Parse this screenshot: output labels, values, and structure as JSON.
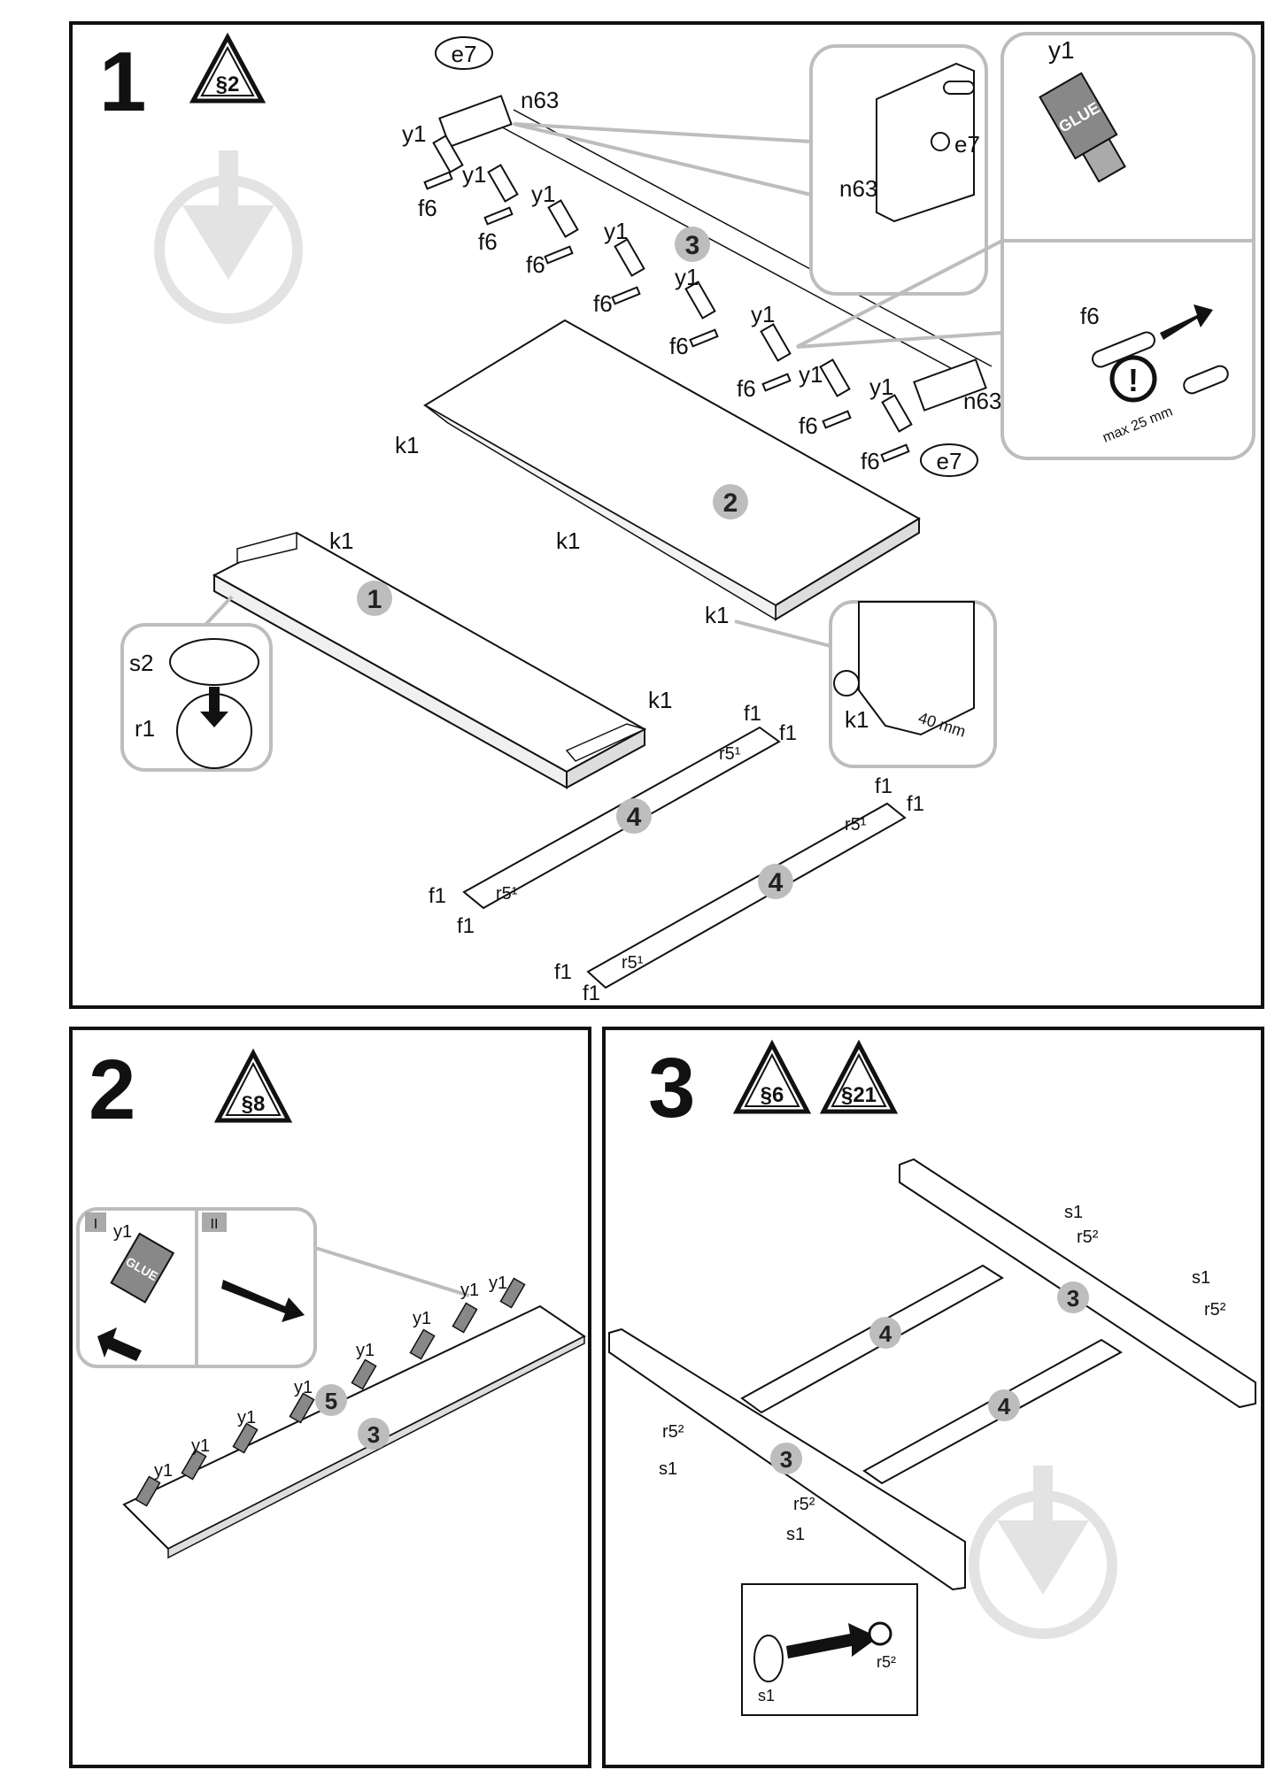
{
  "panels": [
    {
      "step": "1",
      "warnings": [
        "§2"
      ]
    },
    {
      "step": "2",
      "warnings": [
        "§8"
      ]
    },
    {
      "step": "3",
      "warnings": [
        "§6",
        "§21"
      ]
    }
  ],
  "part_numbers": {
    "p1": "1",
    "p2": "2",
    "p3": "3",
    "p4": "4",
    "p5": "5"
  },
  "labels": {
    "e7": "e7",
    "n63": "n63",
    "y1": "y1",
    "f6": "f6",
    "k1": "k1",
    "f1": "f1",
    "r5_1": "r5¹",
    "s2": "s2",
    "r1": "r1",
    "s1": "s1",
    "r5_2": "r5²"
  },
  "glue_text": "GLUE",
  "detail_texts": {
    "max25": "max 25 mm",
    "mm40": "40 mm",
    "attention": "!",
    "roman_1": "I",
    "roman_2": "II"
  },
  "colors": {
    "line": "#111111",
    "detail_border": "#bdbdbd",
    "part_circle": "#bdbdbd",
    "watermark": "#e3e3e3"
  }
}
